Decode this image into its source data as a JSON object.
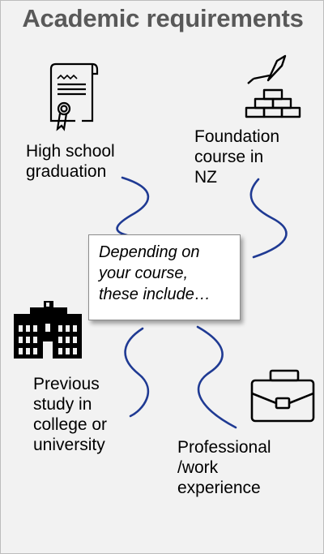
{
  "title": "Academic requirements",
  "center": {
    "text": "Depending on\nyour course,\nthese include…"
  },
  "items": [
    {
      "label": "High school\ngraduation",
      "icon": "diploma-icon"
    },
    {
      "label": "Foundation\ncourse in\nNZ",
      "icon": "bricks-trowel-icon"
    },
    {
      "label": "Previous\nstudy in\ncollege or\nuniversity",
      "icon": "university-building-icon"
    },
    {
      "label": "Professional\n/work\nexperience",
      "icon": "briefcase-icon"
    }
  ],
  "colors": {
    "connector": "#1f3a93",
    "title": "#595959",
    "background": "#f2f2f2"
  }
}
